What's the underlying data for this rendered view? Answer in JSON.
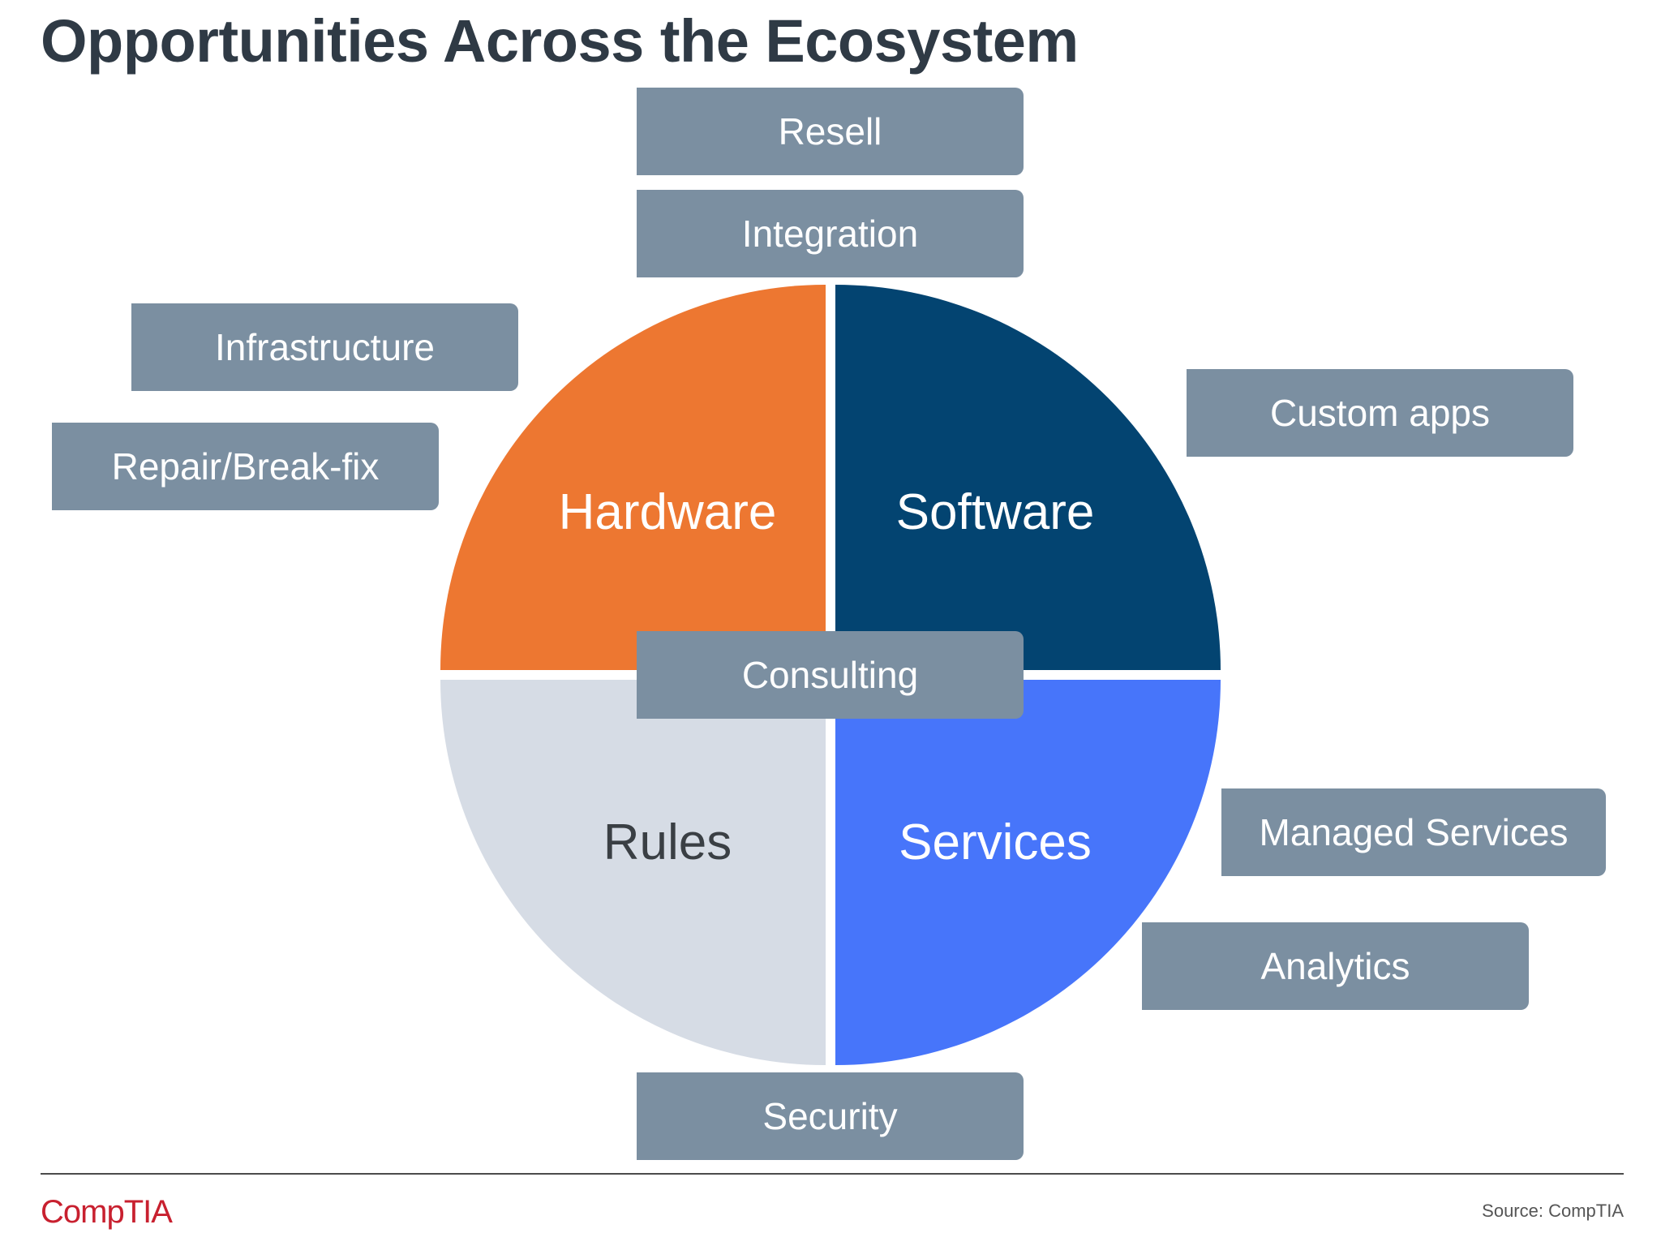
{
  "title": "Opportunities Across the Ecosystem",
  "quadrants": [
    {
      "label": "Hardware",
      "color": "#ed7731"
    },
    {
      "label": "Software",
      "color": "#034471"
    },
    {
      "label": "Rules",
      "color": "#d6dce5"
    },
    {
      "label": "Services",
      "color": "#4775fa"
    }
  ],
  "opportunities": {
    "resell": "Resell",
    "integration": "Integration",
    "infrastructure": "Infrastructure",
    "repair": "Repair/Break-fix",
    "custom_apps": "Custom apps",
    "consulting": "Consulting",
    "managed_services": "Managed Services",
    "analytics": "Analytics",
    "security": "Security"
  },
  "box_color": "#7b8fa1",
  "footer": {
    "logo": "CompTIA",
    "source": "Source: CompTIA"
  }
}
